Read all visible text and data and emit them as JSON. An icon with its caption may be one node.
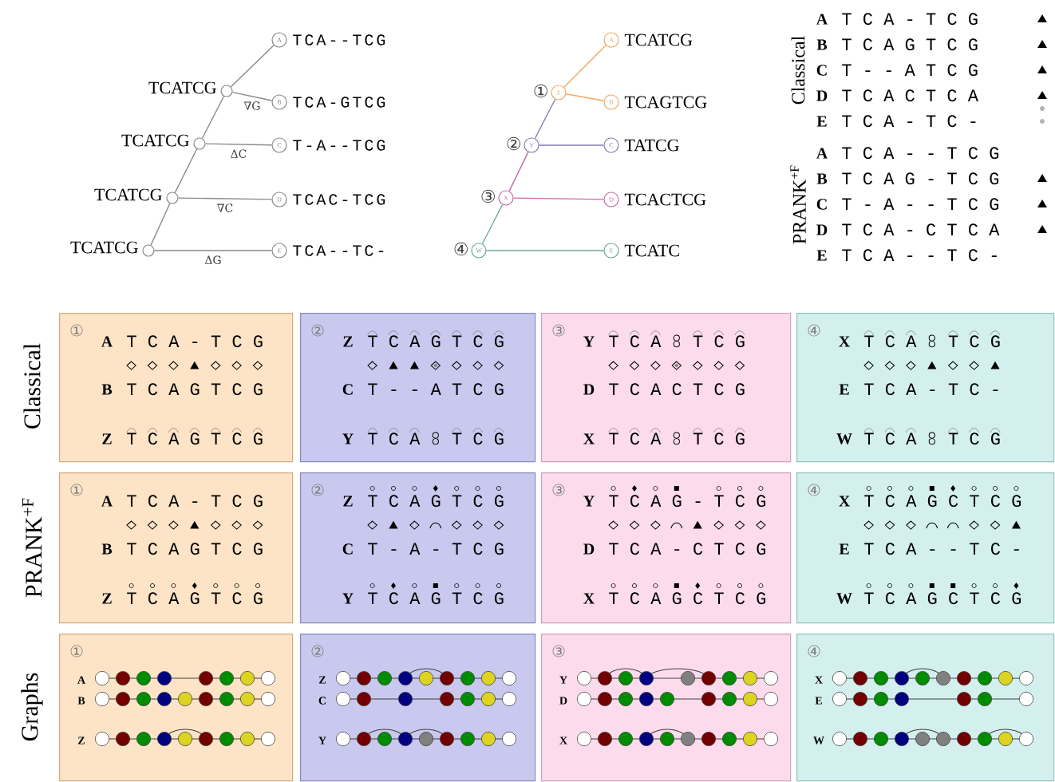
{
  "diagram": {
    "nodes": [
      {
        "text": [
          "A"
        ],
        "beside": [
          "TCA--TCG"
        ]
      },
      {
        "text": [
          "B"
        ],
        "beside": [
          "TCA-GTCG"
        ]
      },
      {
        "text": [
          "C"
        ],
        "beside": [
          "T-A--TCG"
        ]
      },
      {
        "text": [
          "D"
        ],
        "beside": [
          "TCAC-TCG"
        ]
      },
      {
        "text": [
          "E"
        ],
        "beside": [
          "TCA--TC-"
        ]
      },
      {
        "text": [],
        "shape": "circle",
        "beside": [
          "TCATCG"
        ]
      },
      {
        "text": [],
        "shape": "circle",
        "beside": [
          "TCATCG"
        ]
      },
      {
        "text": [],
        "shape": "circle",
        "beside": [
          "TCATCG"
        ]
      },
      {
        "text": [],
        "shape": "circle",
        "beside": [
          "TCATCG"
        ]
      },
      {
        "text": [
          "A"
        ],
        "beside": [
          "TCATCG"
        ]
      },
      {
        "text": [
          "B"
        ],
        "beside": [
          "TCAGTCG"
        ]
      },
      {
        "text": [
          "C"
        ],
        "beside": [
          "TATCG"
        ]
      },
      {
        "text": [
          "D"
        ],
        "beside": [
          "TCACTCG"
        ]
      },
      {
        "text": [
          "E"
        ],
        "beside": [
          "TCATC"
        ]
      },
      {
        "text": [
          "Z"
        ],
        "beside": [
          "①"
        ]
      },
      {
        "text": [
          "Y"
        ],
        "beside": [
          "②"
        ]
      },
      {
        "text": [
          "X"
        ],
        "beside": [
          "③"
        ]
      },
      {
        "text": [
          "W"
        ],
        "beside": [
          "④"
        ]
      },
      {
        "text": [
          "①",
          "A",
          "T C A - T C G",
          "B",
          "T C A G T C G",
          "Z",
          "T C A G T C G"
        ]
      },
      {
        "text": [
          "②",
          "Z",
          "T C A G T C G",
          "C",
          "T - - A T C G",
          "Y",
          "T C A",
          "T C G"
        ]
      },
      {
        "text": [
          "③",
          "Y",
          "T C A",
          "T C G",
          "D",
          "T C A C T C G",
          "X",
          "T C A",
          "T C G"
        ]
      },
      {
        "text": [
          "④",
          "X",
          "T C A",
          "T C G",
          "E",
          "T C A - T C -",
          "W",
          "T C A",
          "T C G"
        ]
      },
      {
        "text": [
          "①",
          "A",
          "T C A - T C G",
          "B",
          "T C A G T C G",
          "Z",
          "T C A G T C G"
        ]
      },
      {
        "text": [
          "②",
          "Z",
          "T C A G T C G",
          "C",
          "T - A - T C G",
          "Y",
          "T C A G T C G"
        ]
      },
      {
        "text": [
          "③",
          "Y",
          "T C A G - T C G",
          "D",
          "T C A - C T C G",
          "X",
          "T C A G C T C G"
        ]
      },
      {
        "text": [
          "④",
          "X",
          "T C A G C T C G",
          "E",
          "T C A - - T C -",
          "W",
          "T C A G C T C G"
        ]
      },
      {
        "text": [
          "①",
          "A",
          "B",
          "Z"
        ]
      },
      {
        "text": [
          "②",
          "Z",
          "C",
          "Y"
        ]
      },
      {
        "text": [
          "③",
          "Y",
          "D",
          "X"
        ]
      },
      {
        "text": [
          "④",
          "X",
          "E",
          "W"
        ]
      }
    ],
    "edges": [
      {
        "from": 5,
        "to": 0,
        "arrow": "none"
      },
      {
        "from": 5,
        "to": 1,
        "arrow": "none",
        "label": "∇G"
      },
      {
        "from": 6,
        "to": 5,
        "arrow": "none"
      },
      {
        "from": 6,
        "to": 2,
        "arrow": "none",
        "label": "ΔC"
      },
      {
        "from": 7,
        "to": 6,
        "arrow": "none"
      },
      {
        "from": 7,
        "to": 3,
        "arrow": "none",
        "label": "∇C"
      },
      {
        "from": 8,
        "to": 7,
        "arrow": "none"
      },
      {
        "from": 8,
        "to": 4,
        "arrow": "none",
        "label": "ΔG"
      },
      {
        "from": 14,
        "to": 9,
        "arrow": "none",
        "color": "#f0a860"
      },
      {
        "from": 14,
        "to": 10,
        "arrow": "none",
        "color": "#f0a860"
      },
      {
        "from": 15,
        "to": 14,
        "arrow": "none",
        "color": "#8a78b8"
      },
      {
        "from": 15,
        "to": 11,
        "arrow": "none",
        "color": "#8a78b8"
      },
      {
        "from": 16,
        "to": 15,
        "arrow": "none",
        "color": "#c868a8"
      },
      {
        "from": 16,
        "to": 12,
        "arrow": "none",
        "color": "#c868a8"
      },
      {
        "from": 17,
        "to": 16,
        "arrow": "none",
        "color": "#68a898"
      },
      {
        "from": 17,
        "to": 13,
        "arrow": "none",
        "color": "#68a898"
      }
    ],
    "labels": [
      "Classical",
      "A",
      "T C A - T C G",
      "B",
      "T C A G T C G",
      "C",
      "T - - A T C G",
      "D",
      "T C A C T C A",
      "E",
      "T C A - T C -",
      "PRANK$^{+F}$",
      "A",
      "T C A - - T C G",
      "B",
      "T C A G - T C G",
      "C",
      "T - A - - T C G",
      "D",
      "T C A - C T C A",
      "E",
      "T C A - - T C -",
      "Classical",
      "PRANK$^{+F}$",
      "Graphs"
    ]
  }
}
